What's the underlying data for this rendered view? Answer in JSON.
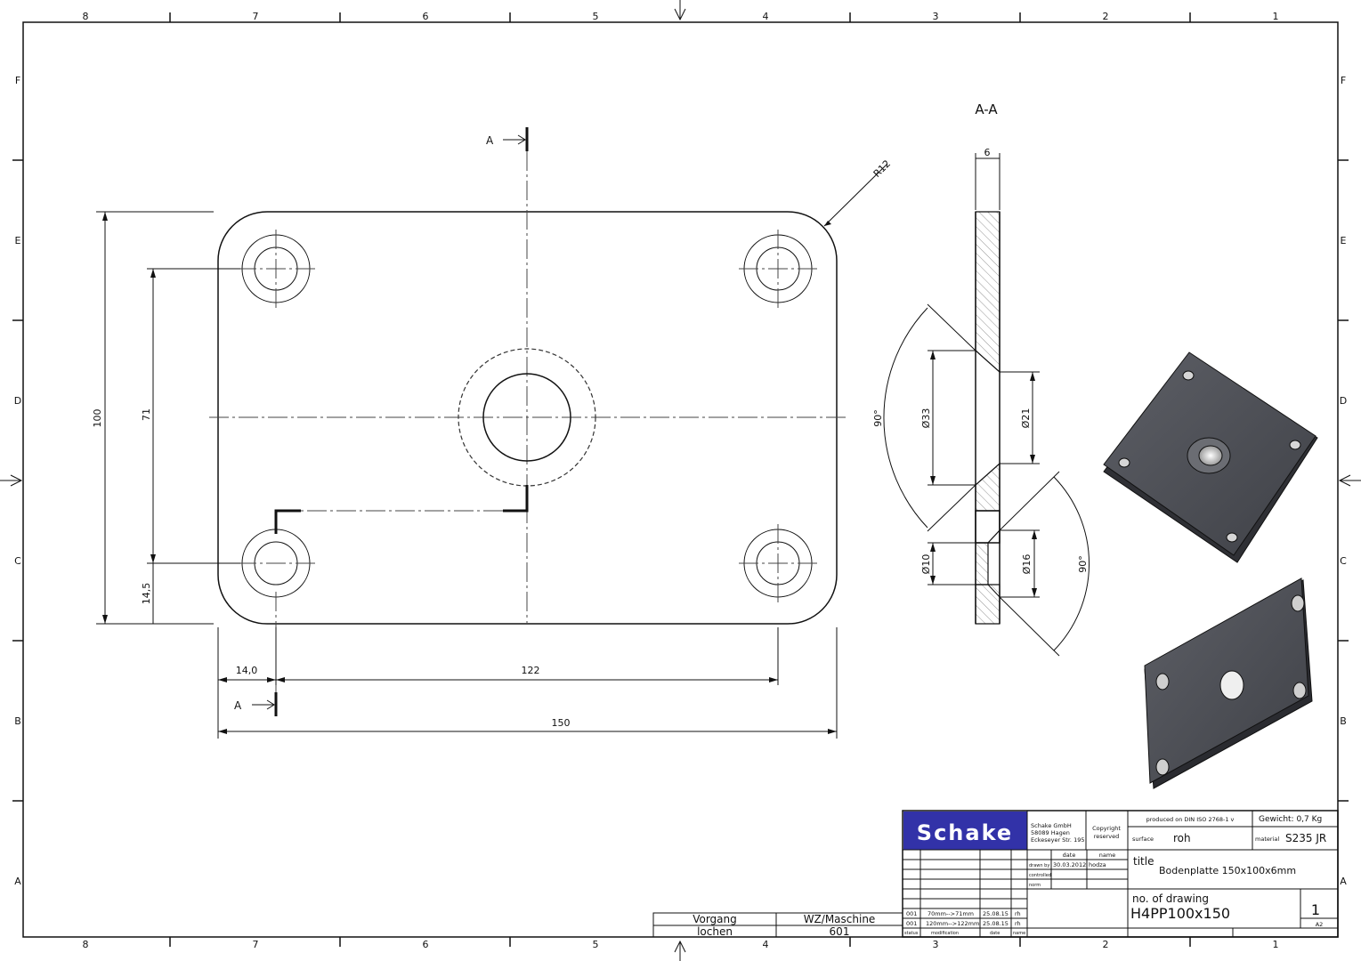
{
  "grid": {
    "columns": [
      "8",
      "7",
      "6",
      "5",
      "4",
      "3",
      "2",
      "1"
    ],
    "rows": [
      "F",
      "E",
      "D",
      "C",
      "B",
      "A"
    ]
  },
  "section": {
    "title": "A-A",
    "cut_label": "A"
  },
  "dimensions": {
    "radius": "R12",
    "height_total": "100",
    "hole_spacing_v": "71",
    "hole_offset_v": "14,5",
    "hole_offset_h": "14,0",
    "hole_spacing_h": "122",
    "width_total": "150",
    "thickness": "6",
    "csk_outer_large": "Ø33",
    "csk_inner_large": "Ø21",
    "angle_large": "90°",
    "hole_small": "Ø10",
    "csk_small": "Ø16",
    "angle_small": "90°"
  },
  "title_block": {
    "logo": "Schake",
    "company": [
      "Schake GmbH",
      "58089 Hagen",
      "Eckeseyer Str. 195"
    ],
    "copyright": [
      "Copyright",
      "reserved"
    ],
    "standard": "produced on DIN ISO 2768-1 v",
    "weight": "Gewicht: 0,7 Kg",
    "surface_label": "surface",
    "surface_value": "roh",
    "material_label": "material",
    "material_value": "S235 JR",
    "date_header": "date",
    "name_header": "name",
    "drawn_by_label": "drawn by",
    "drawn_date": "30.03.2012",
    "drawn_name": "hodza",
    "controlled_label": "controlled",
    "norm_label": "norm",
    "title_label": "title",
    "title_value": "Bodenplatte 150x100x6mm",
    "drawing_no_label": "no. of drawing",
    "drawing_no": "H4PP100x150",
    "sheet": "1",
    "format": "A2",
    "revisions": [
      {
        "status": "001",
        "modification": "70mm-->71mm",
        "date": "25.08.15",
        "name": "rh"
      },
      {
        "status": "001",
        "modification": "120mm-->122mm",
        "date": "25.08.15",
        "name": "rh"
      }
    ],
    "rev_headers": {
      "status": "status",
      "modification": "modification",
      "date": "date",
      "name": "name"
    }
  },
  "process_table": {
    "headers": [
      "Vorgang",
      "WZ/Maschine"
    ],
    "row": [
      "lochen",
      "601"
    ]
  }
}
